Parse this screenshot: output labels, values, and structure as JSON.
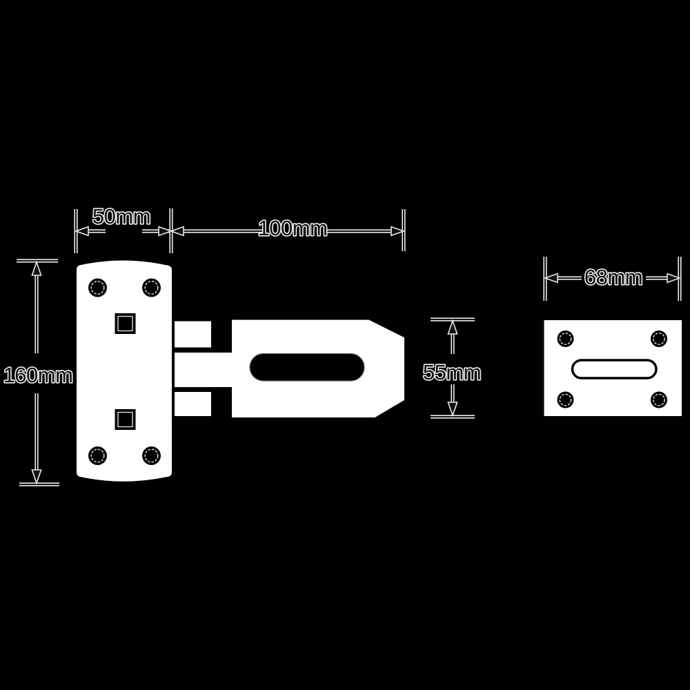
{
  "drawing": {
    "kind": "technical dimension drawing",
    "background_color": "#000000",
    "ink_color": "#000000",
    "metal_fill_color": "#ffffff",
    "dimension_core_color": "#121212",
    "dimension_halo_color": "#e9e9e9",
    "icons": {
      "dim_arrowhead": "filled-triangle",
      "hole": "black-circle-with-light-ring",
      "square_hole": "black-square-with-light-ring"
    },
    "labels": {
      "plate_width": "50mm",
      "arm_length": "100mm",
      "plate_height": "160mm",
      "arm_height": "55mm",
      "staple_width": "68mm"
    }
  }
}
